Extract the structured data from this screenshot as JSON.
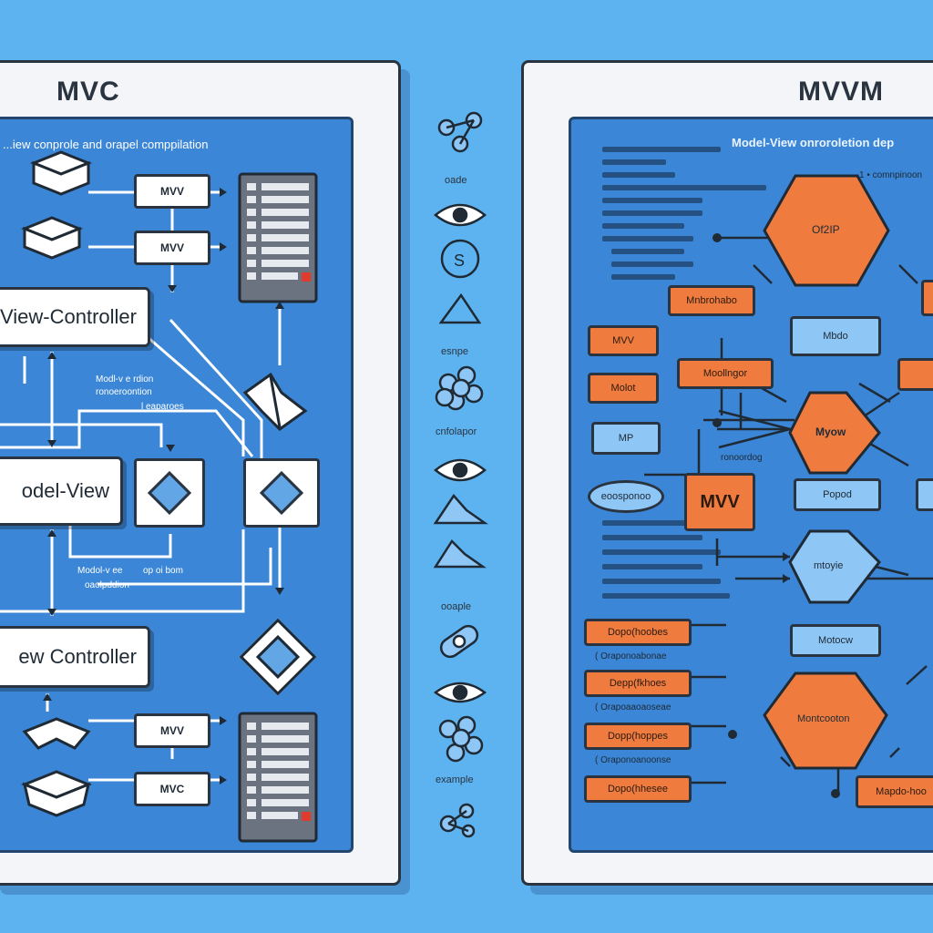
{
  "mvc": {
    "title": "MVC",
    "header": "...iew conprole and orapel comppilation",
    "boxes": {
      "view_controller": "View-Controller",
      "model_view": "odel-View",
      "controller": "ew Controller",
      "mvv_top_1": "MVV",
      "mvv_top_2": "MVV",
      "mvv_bottom": "MVV",
      "mvc_bottom": "MVC"
    },
    "notes": {
      "note1": "Modl-v e rdion",
      "note2": "ronoeroontion",
      "note3": "l  eaparoes",
      "note4": "Modol-v ee",
      "note5": "oaolpddion",
      "note6": "op oi bom"
    }
  },
  "middle": {
    "labels": [
      "oade",
      "esnpe",
      "cnfolapor",
      "ooaple",
      "example"
    ]
  },
  "mvvm": {
    "title": "MVVM",
    "header": "Model-View onroroletion dep",
    "top_note": "1 • comnpinoon",
    "hexes": {
      "top": "Of2IP",
      "mid": "Myow",
      "light": "mtoyie",
      "bottom": "Montcooton"
    },
    "orange_boxes": {
      "mnbroobe": "Mnbrohabo",
      "mvv": "MVV",
      "molot": "Molot",
      "modlugor": "Moollngor",
      "mvv_big": "MVV",
      "right_top": "",
      "right_mid": "",
      "bottom_right": "Mapdo-hoo",
      "list1": "Dopo(hoobes",
      "list2": "Depp(fkhoes",
      "list3": "Dopp(hoppes",
      "list4": "Dopo(hhesee"
    },
    "light_boxes": {
      "model": "Mbdo",
      "mp": "MP",
      "oval": "eoosponoo",
      "popd": "Popod",
      "motocy": "Motocw"
    },
    "notes": {
      "n1": "ronoordog",
      "n2": "( Oraponoabonae",
      "n3": "( Orapoaaoaoseae",
      "n4": "( Oraponoanoonse"
    }
  },
  "colors": {
    "background": "#5db3f0",
    "panel": "#3b86d6",
    "orange": "#ef7c3e",
    "light_blue": "#8ec6f5"
  }
}
